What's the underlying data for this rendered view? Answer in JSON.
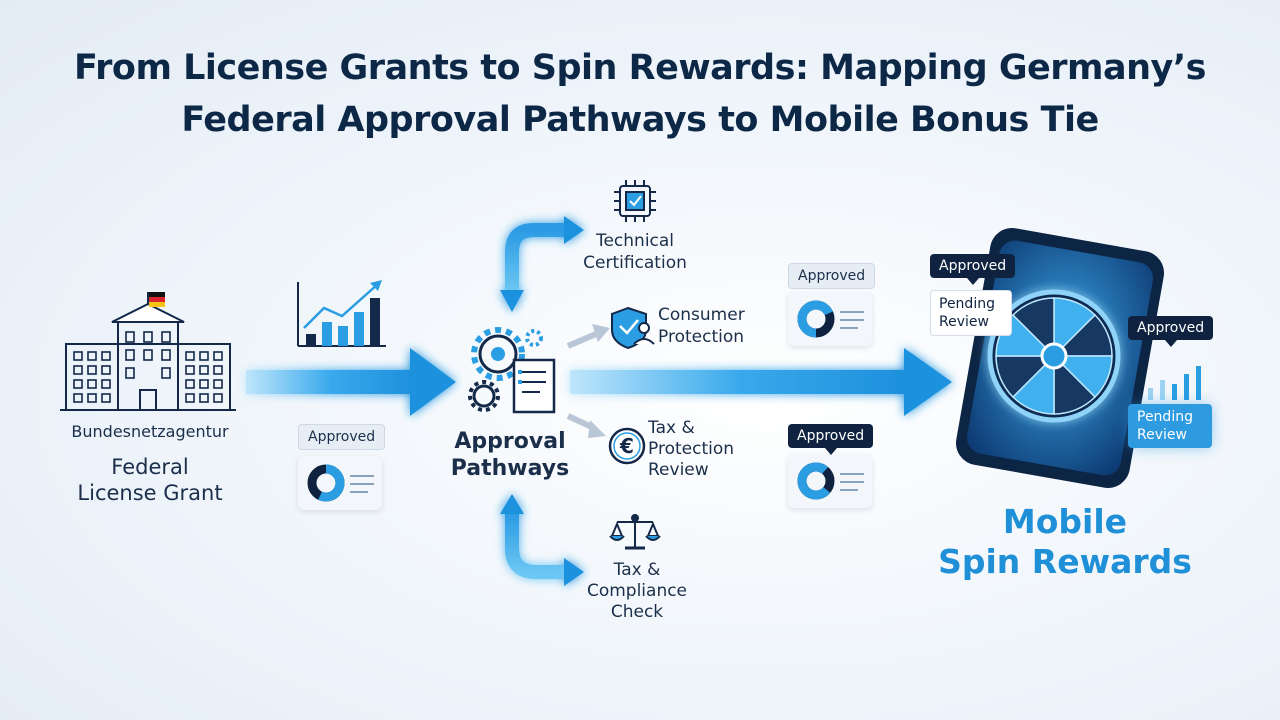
{
  "title": {
    "line1": "From License Grants to Spin Rewards: Mapping Germany’s",
    "line2": "Federal Approval Pathways to Mobile Bonus Tie"
  },
  "nodes": {
    "source": {
      "agency": "Bundesnetzagentur",
      "line1": "Federal",
      "line2": "License Grant"
    },
    "hub": {
      "line1": "Approval",
      "line2": "Pathways"
    },
    "technical": {
      "line1": "Technical",
      "line2": "Certification"
    },
    "consumer": {
      "line1": "Consumer",
      "line2": "Protection"
    },
    "tax_protection": {
      "line1": "Tax &",
      "line2": "Protection",
      "line3": "Review"
    },
    "tax_compliance": {
      "line1": "Tax &",
      "line2": "Compliance",
      "line3": "Check"
    },
    "target": {
      "line1": "Mobile",
      "line2": "Spin Rewards"
    }
  },
  "badges": {
    "left_approved": "Approved",
    "mid_top_approved": "Approved",
    "mid_bottom_approved": "Approved",
    "phone_approved_left": "Approved",
    "phone_pending_left": {
      "line1": "Pending",
      "line2": "Review"
    },
    "phone_approved_right": "Approved",
    "phone_pending_right": {
      "line1": "Pending",
      "line2": "Review"
    }
  },
  "icons": [
    "government-building-icon",
    "german-flag-icon",
    "growth-chart-icon",
    "gears-document-icon",
    "chip-checklist-icon",
    "shield-user-icon",
    "euro-coin-icon",
    "scales-icon",
    "donut-chart-icon",
    "smartphone-icon",
    "spin-wheel-icon",
    "bar-chart-icon"
  ],
  "colors": {
    "navy": "#0f2340",
    "accent_blue": "#2a9de3",
    "light_blue": "#5bbcf0",
    "title": "#0d2747",
    "target_text": "#1f8fd8"
  }
}
